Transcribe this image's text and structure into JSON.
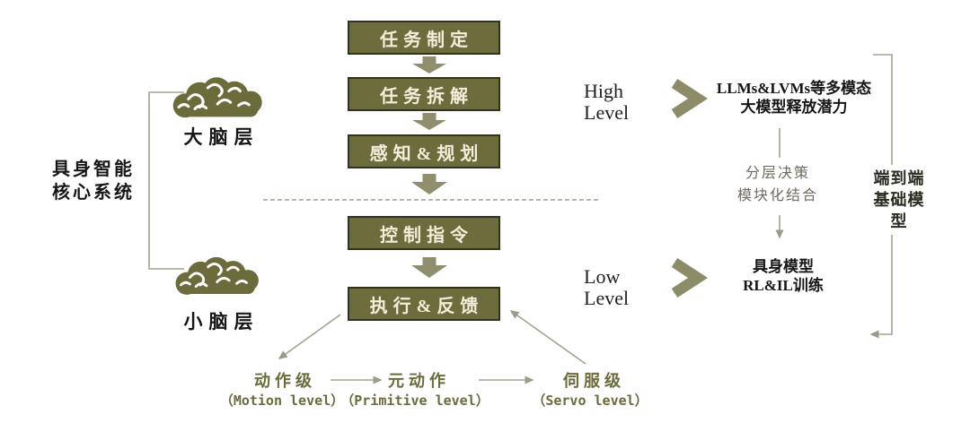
{
  "colors": {
    "olive_box_fill": "#6C6C3C",
    "olive_box_border": "#32321E",
    "box_text": "#F3EEDA",
    "block_arrow": "#8F8F6E",
    "chevron": "#8C8C69",
    "thin_line": "#A3A390",
    "olive_text": "#6B6B3B",
    "muted_text": "#6F6A60",
    "dark_text": "#161616",
    "dashed_divider": "#B9B9A9"
  },
  "left_panel": {
    "system_label_line1": "具身智能",
    "system_label_line2": "核心系统",
    "brain_top_label": "大脑层",
    "brain_bottom_label": "小脑层"
  },
  "pipeline": {
    "boxes": [
      {
        "label": "任务制定"
      },
      {
        "label": "任务拆解"
      },
      {
        "label": "感知&规划"
      },
      {
        "label": "控制指令"
      },
      {
        "label": "执行&反馈"
      }
    ]
  },
  "bottom_levels": [
    {
      "cn": "动作级",
      "en": "（Motion level）"
    },
    {
      "cn": "元动作",
      "en": "（Primitive level）"
    },
    {
      "cn": "伺服级",
      "en": "（Servo level）"
    }
  ],
  "right_panel": {
    "high_level_line1": "High",
    "high_level_line2": "Level",
    "high_text_line1": "LLMs&LVMs等多模态",
    "high_text_line2": "大模型释放潜力",
    "middle_text_line1": "分层决策",
    "middle_text_line2": "模块化结合",
    "low_level_line1": "Low",
    "low_level_line2": "Level",
    "low_text_line1": "具身模型",
    "low_text_line2": "RL&IL训练",
    "side_text_line1": "端到端",
    "side_text_line2": "基础模型"
  }
}
